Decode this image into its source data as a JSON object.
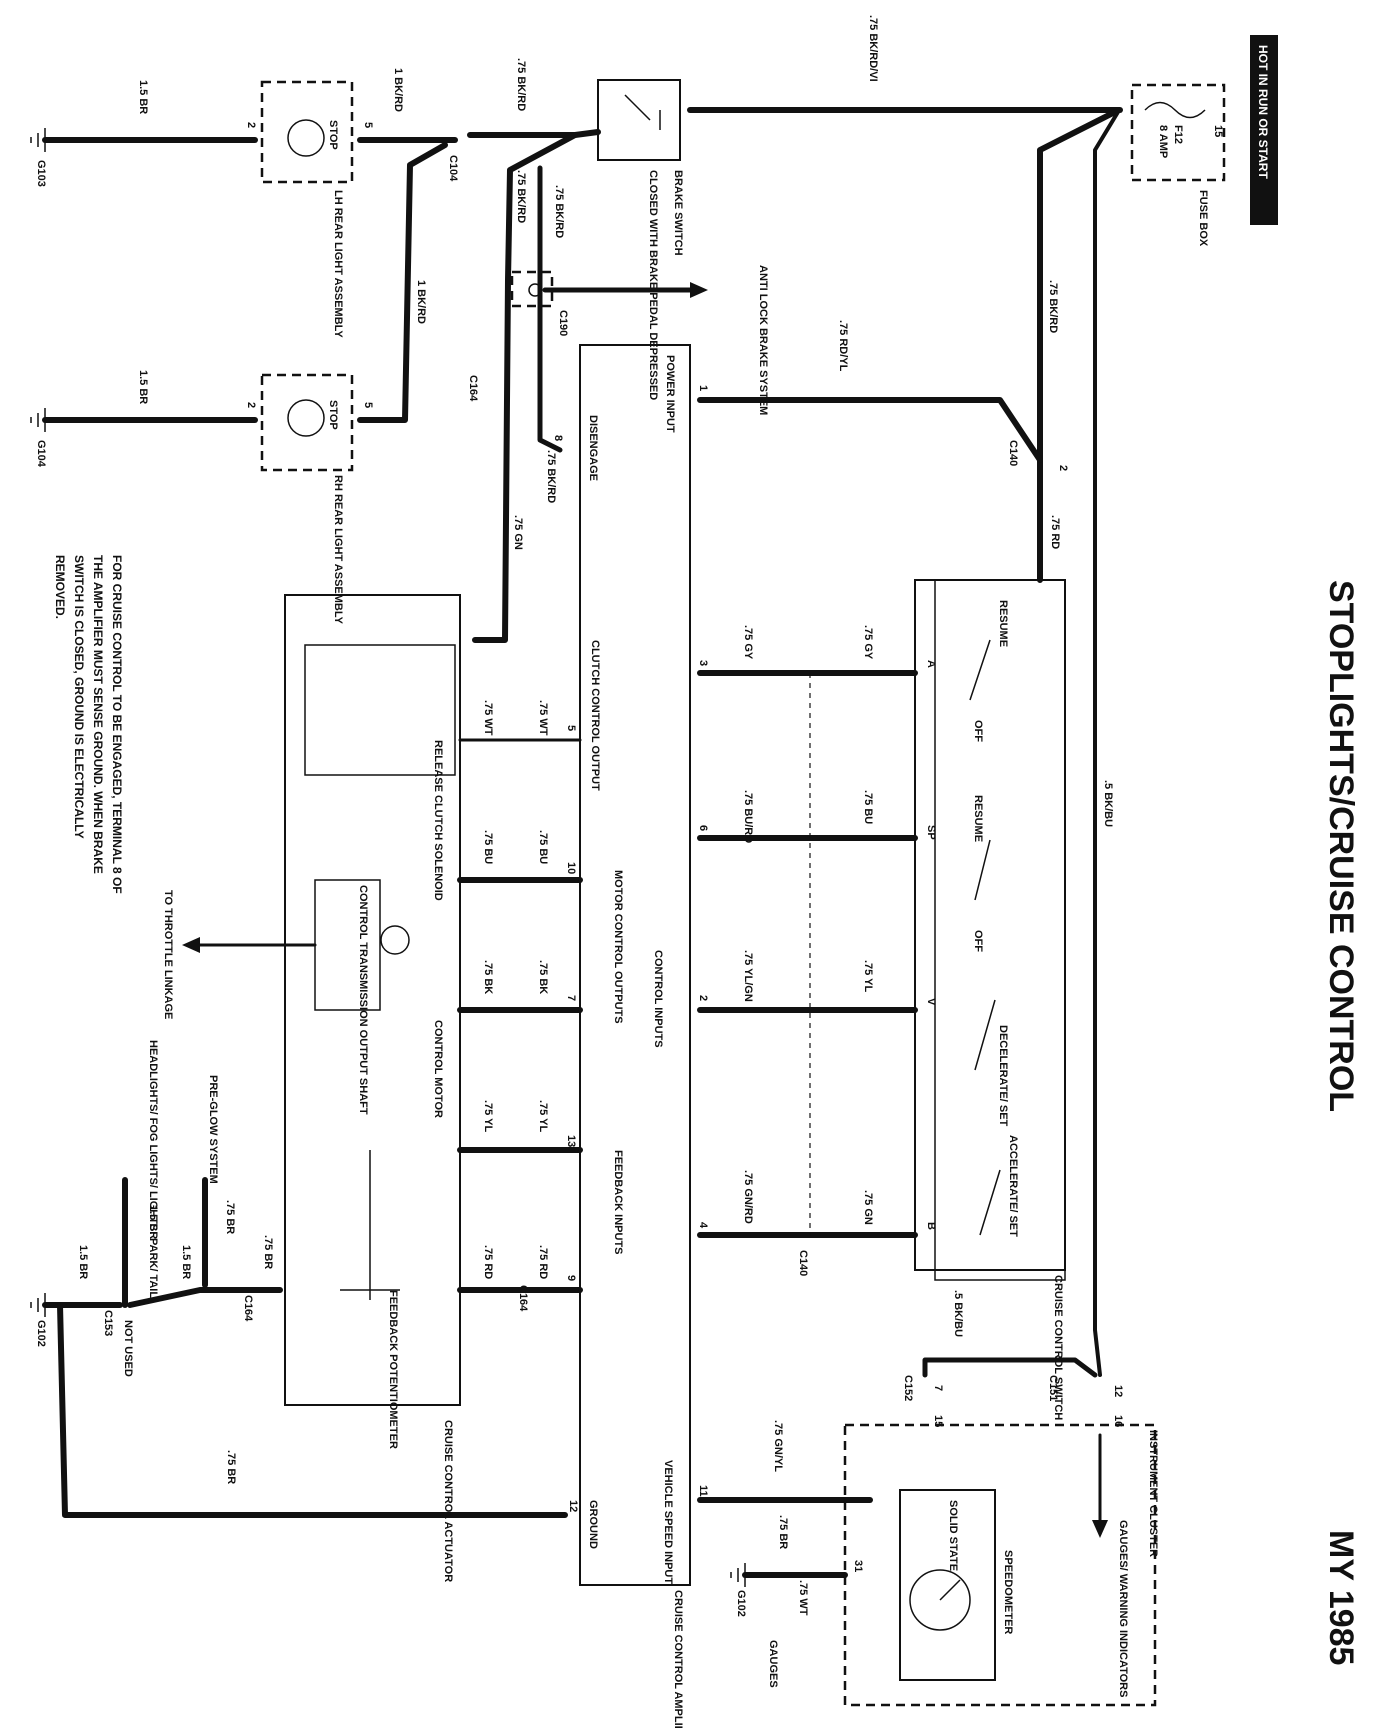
{
  "title": "STOPLIGHTS/CRUISE CONTROL",
  "model_year": "MY 1985",
  "hot_label": "HOT IN RUN OR START",
  "fuse_box": {
    "name": "FUSE BOX",
    "fuse": "F12",
    "amps": "8 AMP",
    "terminal": "15"
  },
  "brake_switch": {
    "name": "BRAKE SWITCH",
    "desc": "CLOSED WITH BRAKE PEDAL DEPRESSED"
  },
  "lh_rear": {
    "name": "LH REAR LIGHT ASSEMBLY",
    "bulb": "STOP",
    "pin_a": "5",
    "pin_b": "2"
  },
  "rh_rear": {
    "name": "RH REAR LIGHT ASSEMBLY",
    "bulb": "STOP",
    "pin_a": "5",
    "pin_b": "2"
  },
  "anti_lock": "ANTI LOCK BRAKE SYSTEM",
  "grounds": {
    "g103": "G103",
    "g104": "G104",
    "g102": "G102",
    "g102b": "G102"
  },
  "connectors": {
    "c104": "C104",
    "c190": "C190",
    "c164": "C164",
    "c140": "C140",
    "c151": "C151",
    "c152": "C152",
    "c153": "C153"
  },
  "wires": {
    "bk_rd_vi": ".75 BK/RD/VI",
    "br_15": "1.5 BR",
    "bk_rd_1": "1 BK/RD",
    "bk_rd_75": ".75 BK/RD",
    "rd_yl": ".75 RD/YL",
    "rd": ".75 RD",
    "bk_bu": ".5 BK/BU",
    "gn": ".75 GN",
    "wt": ".75 WT",
    "bu": ".75 BU",
    "bk": ".75 BK",
    "yl": ".75 YL",
    "gy": ".75 GY",
    "bu_rd": ".75 BU/RD",
    "yl_gn": ".75 YL/GN",
    "gn_rd": ".75 GN/RD",
    "gn_yl": ".75 GN/YL",
    "br_75": ".75 BR"
  },
  "amplifier": {
    "name": "CRUISE CONTROL AMPLIFIER",
    "power_input": "POWER INPUT",
    "disengage": "DISENGAGE",
    "clutch_output": "CLUTCH CONTROL OUTPUT",
    "motor_outputs": "MOTOR CONTROL OUTPUTS",
    "control_inputs": "CONTROL INPUTS",
    "feedback_inputs": "FEEDBACK INPUTS",
    "speed_input": "VEHICLE SPEED INPUT",
    "ground": "GROUND"
  },
  "switch": {
    "name": "CRUISE CONTROL SWITCH",
    "resume": "RESUME",
    "off": "OFF",
    "decel": "DECELERATE/ SET",
    "accel": "ACCELERATE/ SET",
    "pin_a": "A",
    "pin_sp": "SP",
    "pin_v": "V",
    "pin_b": "B"
  },
  "actuator": {
    "name": "CRUISE CONTROL ACTUATOR",
    "clutch": "RELEASE CLUTCH SOLENOID",
    "motor": "CONTROL MOTOR",
    "transmission": "CONTROL TRANSMISSION OUTPUT SHAFT",
    "potentiometer": "FEEDBACK POTENTIOMETER",
    "throttle": "TO THROTTLE LINKAGE"
  },
  "cluster": {
    "name": "INSTRUMENT CLUSTER",
    "speedometer": "SPEEDOMETER",
    "solid_state": "SOLID STATE",
    "gauges_ind": "GAUGES/ WARNING INDICATORS",
    "gauges": "GAUGES"
  },
  "misc": {
    "pre_glow": "PRE-GLOW SYSTEM",
    "lights": "HEADLIGHTS/ FOG LIGHTS/ LIGHTS: PARK/ TAIL",
    "not_used": "NOT USED",
    "note": "FOR CRUISE CONTROL TO BE ENGAGED, TERMINAL 8 OF THE AMPLIFIER MUST SENSE GROUND. WHEN BRAKE SWITCH IS CLOSED, GROUND IS ELECTRICALLY REMOVED."
  },
  "pins": {
    "p1": "1",
    "p2": "2",
    "p3": "3",
    "p4": "4",
    "p5": "5",
    "p6": "6",
    "p7": "7",
    "p8": "8",
    "p9": "9",
    "p10": "10",
    "p11": "11",
    "p12": "12",
    "p13": "13",
    "p15": "15",
    "p16": "16",
    "p31": "31",
    "p16b": "16"
  }
}
